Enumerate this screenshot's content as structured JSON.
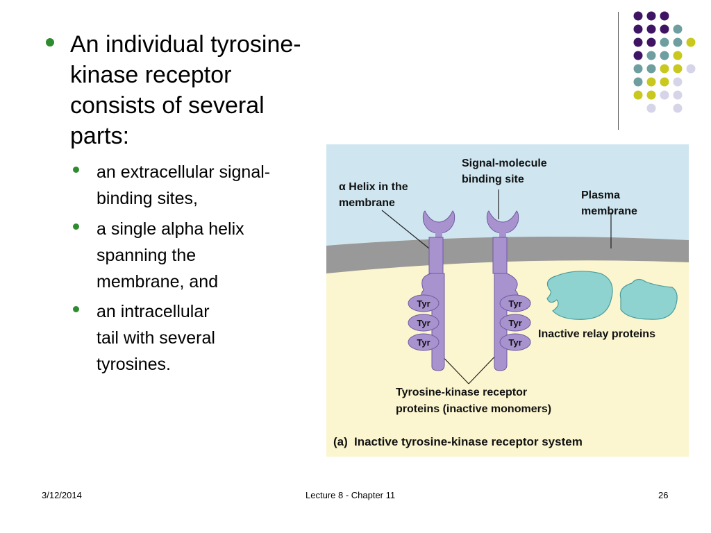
{
  "slide": {
    "main_bullet": "An individual tyrosine-\nkinase receptor\nconsists of several\nparts:",
    "sub_bullets": [
      "an extracellular signal-\nbinding sites,",
      "a single alpha helix\nspanning the\nmembrane, and",
      "an intracellular\ntail with several\ntyrosines."
    ]
  },
  "figure": {
    "helix_label_line1": "α Helix in the",
    "helix_label_line2": "membrane",
    "signal_label_line1": "Signal-molecule",
    "signal_label_line2": "binding site",
    "plasma_label_line1": "Plasma",
    "plasma_label_line2": "membrane",
    "tyr_label": "Tyr",
    "relay_label": "Inactive relay proteins",
    "receptor_label_line1": "Tyrosine-kinase receptor",
    "receptor_label_line2": "proteins (inactive monomers)",
    "caption_letter": "(a)",
    "caption_text": "Inactive tyrosine-kinase receptor system"
  },
  "footer": {
    "date": "3/12/2014",
    "title": "Lecture 8 - Chapter 11",
    "page": "26"
  },
  "colors": {
    "purple": "#3f1465",
    "teal": "#6e9e9f",
    "yellow": "#c8c81e",
    "lavender": "#d6d4e8",
    "bullet_green": "#2e8b2e",
    "membrane_gray": "#999999",
    "extracellular_blue": "#cfe6f1",
    "cytoplasm_yellow": "#fbf6cf",
    "receptor_purple": "#a893cf",
    "relay_teal": "#8fd3d1"
  }
}
